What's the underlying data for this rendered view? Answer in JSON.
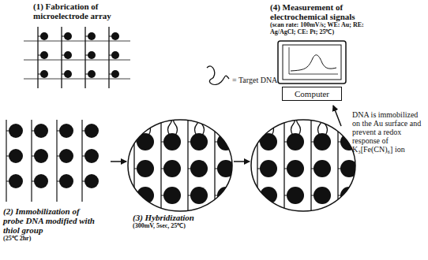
{
  "diagram": {
    "nodes": [
      {
        "text": [
          "Computer"
        ]
      }
    ],
    "labels": [
      "(1) Fabrication of microelectrode array",
      "(2) Immobilization of probe DNA modified with thiol group",
      "(25℃ 2hr)",
      "(3) Hybridization",
      "(300mV, 5sec, 25℃)",
      "= Target DNA",
      "(4) Measurement of electrochemical signals",
      "(scan rate: 100mV/s; WE: Au; RE: Ag/AgCl; CE: Pt; 25℃)",
      "DNA is immobilized on the Au surface and prevent a redox response of K₃[Fe(CN)₆] ion"
    ]
  }
}
